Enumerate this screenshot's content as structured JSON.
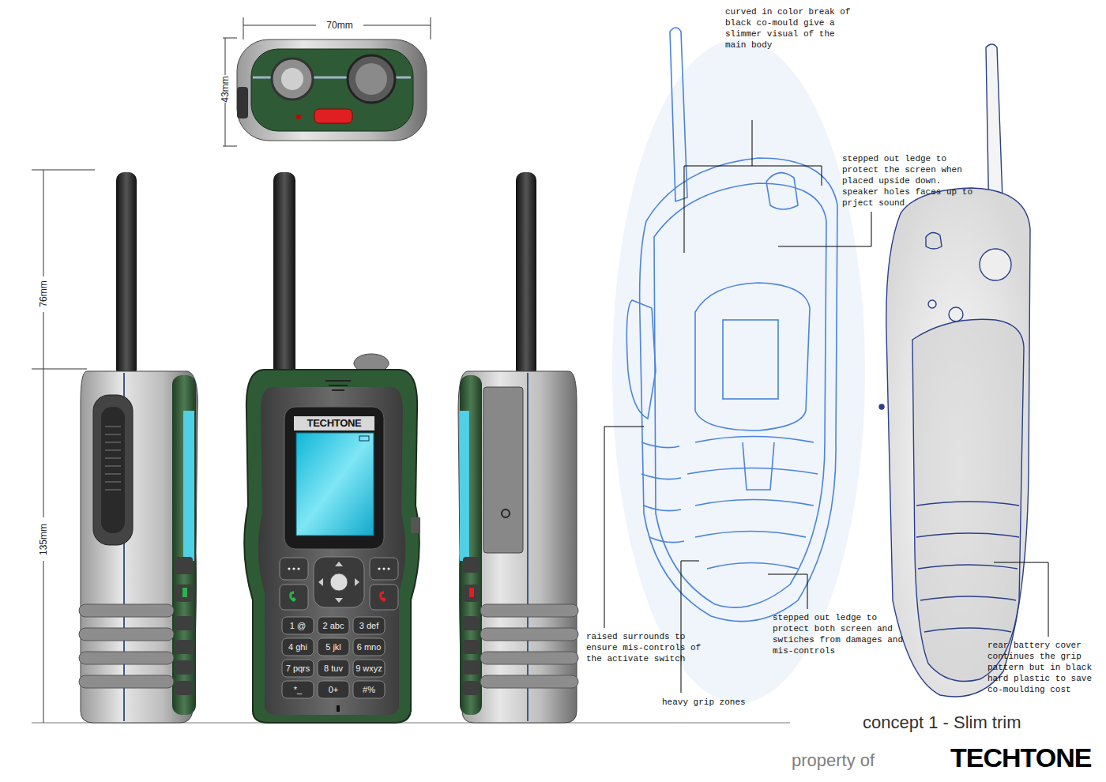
{
  "diagram": {
    "title": "concept 1 - Slim trim",
    "labels": [
      "70mm",
      "43mm",
      "76mm",
      "135mm",
      "TECHTONE",
      "1 @",
      "2 abc",
      "3 def",
      "4 ghi",
      "5 jkl",
      "6 mno",
      "7 pqrs",
      "8 tuv",
      "9 wxyz",
      "*_",
      "0+",
      "#%",
      "curved in color break of black co-mould give a slimmer visual of the main body",
      "stepped out ledge to protect the screen when placed upside down. speaker holes faces up to prject sound",
      "raised surrounds to ensure mis-controls of the activate switch",
      "heavy grip zones",
      "stepped out ledge to protect both screen and swtiches from damages and mis-controls",
      "rear battery cover continues the grip pattern but in black hard plastic to save co-moulding cost",
      "property of",
      "TECHTONE"
    ]
  }
}
